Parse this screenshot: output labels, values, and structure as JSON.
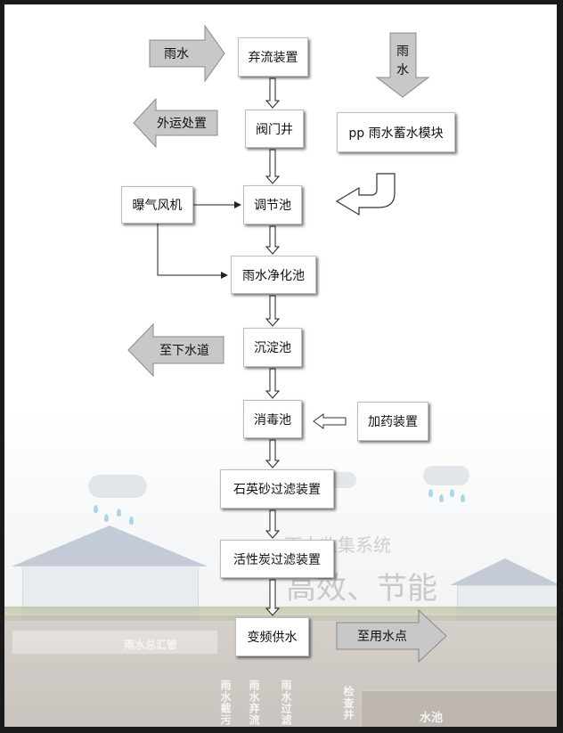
{
  "nodes": {
    "abandon_flow": "弃流装置",
    "valve_well": "阀门井",
    "pp_module": "pp 雨水蓄水模块",
    "aerator": "曝气风机",
    "regulating_pool": "调节池",
    "purification_pool": "雨水净化池",
    "sedimentation_pool": "沉淀池",
    "disinfection_pool": "消毒池",
    "dosing_device": "加药装置",
    "quartz_filter": "石英砂过滤装置",
    "carbon_filter": "活性炭过滤装置",
    "variable_supply": "变频供水"
  },
  "arrows": {
    "rain_in": "雨水",
    "rain_down_line1": "雨",
    "rain_down_line2": "水",
    "external_disposal": "外运处置",
    "to_sewer": "至下水道",
    "to_use_point": "至用水点"
  },
  "background": {
    "system_name": "雨水收集系统",
    "slogan": "高效、节能",
    "main_pipe": "雨水总汇管",
    "inspection_well": "检查井",
    "water_pool": "水池",
    "vertical_label_1": "雨水截污",
    "vertical_label_2": "雨水弃流",
    "vertical_label_3": "雨水过滤"
  },
  "colors": {
    "box_border": "#bdbdbd",
    "arrow_fill": "#c8c8c8",
    "connector": "#222222"
  }
}
